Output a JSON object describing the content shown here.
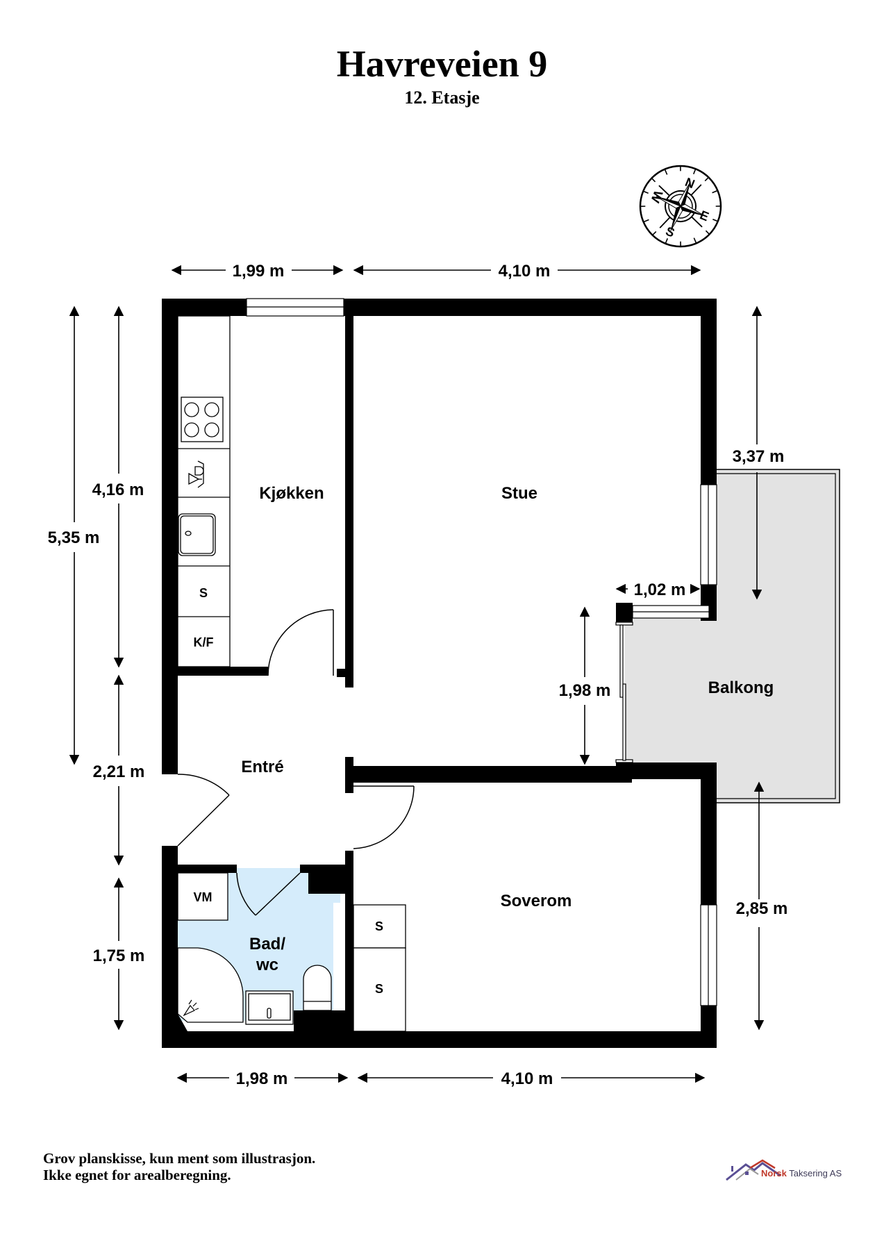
{
  "header": {
    "title": "Havreveien 9",
    "subtitle": "12. Etasje"
  },
  "compass": {
    "north": "N",
    "east": "E",
    "south": "S",
    "west": "W",
    "rotation_deg": 22
  },
  "rooms": {
    "kitchen": "Kjøkken",
    "living": "Stue",
    "balcony": "Balkong",
    "entry": "Entré",
    "bath_line1": "Bad/",
    "bath_line2": "wc",
    "bedroom": "Soverom"
  },
  "fixtures": {
    "kitchen_cabinet": "S",
    "fridge_freezer": "K/F",
    "washing_machine": "VM",
    "bedroom_wardrobe_1": "S",
    "bedroom_wardrobe_2": "S"
  },
  "dimensions": {
    "top_left": "1,99 m",
    "top_right": "4,10 m",
    "bottom_left": "1,98 m",
    "bottom_right": "4,10 m",
    "left_total": "5,35 m",
    "left_kitchen": "4,16 m",
    "left_entry": "2,21 m",
    "left_bath": "1,75 m",
    "right_upper": "3,37 m",
    "right_lower": "2,85 m",
    "balcony_recess_width": "1,02 m",
    "balcony_recess_height": "1,98 m"
  },
  "colors": {
    "wall": "#000000",
    "balcony_fill": "#e3e3e3",
    "bath_fill": "#d5ecfb",
    "logo_purple": "#5a4f94",
    "logo_red": "#c0392b"
  },
  "footer": {
    "disclaimer_line1": "Grov planskisse, kun ment som illustrasjon.",
    "disclaimer_line2": "Ikke egnet for arealberegning.",
    "logo_brand": "Norsk",
    "logo_rest": " Taksering AS"
  }
}
